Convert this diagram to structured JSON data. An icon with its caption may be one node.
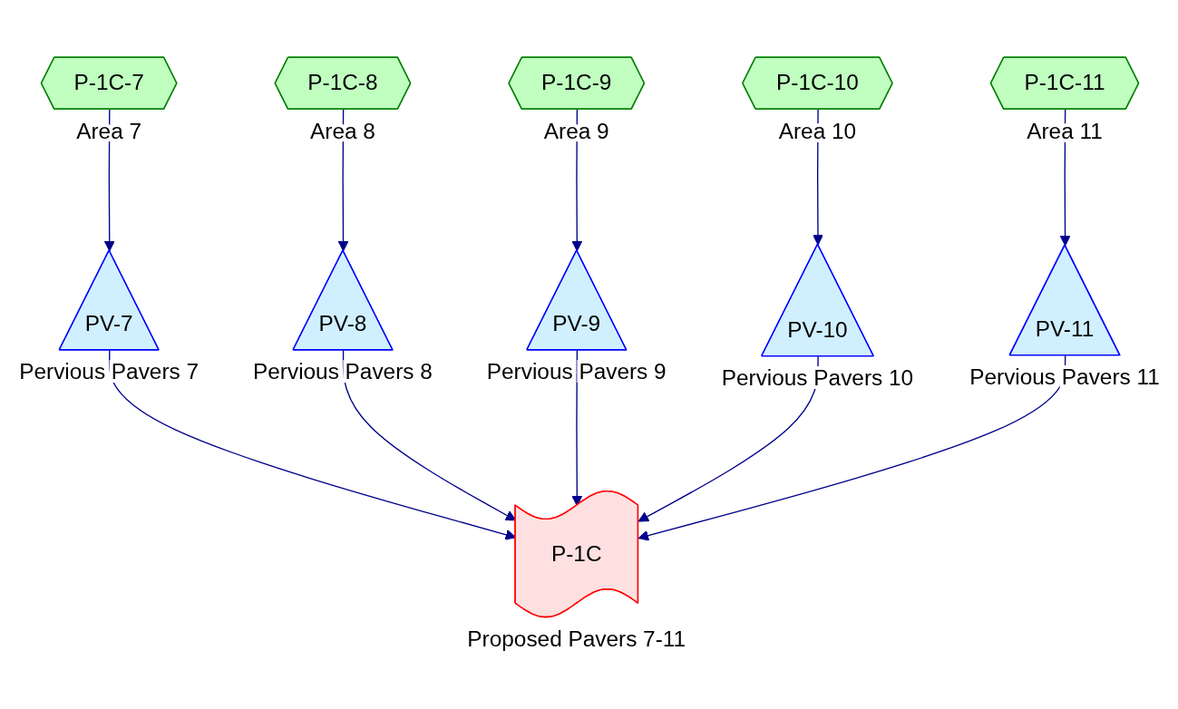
{
  "diagram": {
    "nodes": [
      {
        "text": [
          "P-1C-7"
        ],
        "beside": [
          "Area 7"
        ]
      },
      {
        "text": [
          "P-1C-8"
        ],
        "beside": [
          "Area 8"
        ]
      },
      {
        "text": [
          "P-1C-9"
        ],
        "beside": [
          "Area 9"
        ]
      },
      {
        "text": [
          "P-1C-10"
        ],
        "beside": [
          "Area 10"
        ]
      },
      {
        "text": [
          "P-1C-11"
        ],
        "beside": [
          "Area 11"
        ]
      },
      {
        "text": [
          "PV-7"
        ],
        "beside": [
          "Pervious Pavers 7"
        ]
      },
      {
        "text": [
          "PV-8"
        ],
        "beside": [
          "Pervious Pavers 8"
        ]
      },
      {
        "text": [
          "PV-9"
        ],
        "beside": [
          "Pervious Pavers 9"
        ]
      },
      {
        "text": [
          "PV-10"
        ],
        "beside": [
          "Pervious Pavers 10"
        ]
      },
      {
        "text": [
          "PV-11"
        ],
        "beside": [
          "Pervious Pavers 11"
        ]
      },
      {
        "text": [
          "P-1C"
        ],
        "beside": [
          "Proposed Pavers 7-11"
        ]
      }
    ],
    "edges": [
      {
        "from": 0,
        "to": 5,
        "arrow": "to"
      },
      {
        "from": 1,
        "to": 6,
        "arrow": "to"
      },
      {
        "from": 2,
        "to": 7,
        "arrow": "to"
      },
      {
        "from": 3,
        "to": 8,
        "arrow": "to"
      },
      {
        "from": 4,
        "to": 9,
        "arrow": "to"
      },
      {
        "from": 5,
        "to": 10,
        "arrow": "to"
      },
      {
        "from": 6,
        "to": 10,
        "arrow": "to"
      },
      {
        "from": 7,
        "to": 10,
        "arrow": "to"
      },
      {
        "from": 8,
        "to": 10,
        "arrow": "to"
      },
      {
        "from": 9,
        "to": 10,
        "arrow": "to"
      }
    ]
  }
}
